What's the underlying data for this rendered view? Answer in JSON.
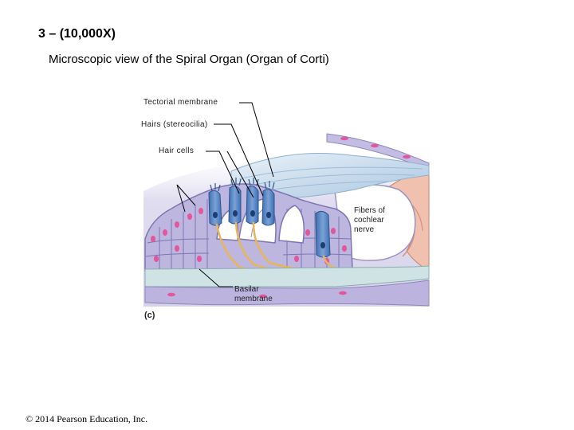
{
  "slide": {
    "title": "3 – (10,000X)",
    "subtitle": "Microscopic view of the Spiral Organ (Organ of Corti)"
  },
  "figure": {
    "labels": {
      "tectorial_membrane": "Tectorial membrane",
      "hairs": "Hairs (stereocilia)",
      "hair_cells": "Hair cells",
      "fibers": "Fibers of\ncochlear\nnerve",
      "basilar": "Basilar\nmembrane",
      "panel": "(c)"
    },
    "colors": {
      "cell_fill": "#b9b3dc",
      "cell_stroke": "#7d75b5",
      "nucleus": "#e4559c",
      "hair_cell": "#5b86c4",
      "tectorial": "#c7dcec",
      "nerve": "#e8b558",
      "vessel": "#c8321e",
      "basilar": "#cfe3e4"
    }
  },
  "footer": {
    "copyright": "© 2014 Pearson Education, Inc."
  }
}
